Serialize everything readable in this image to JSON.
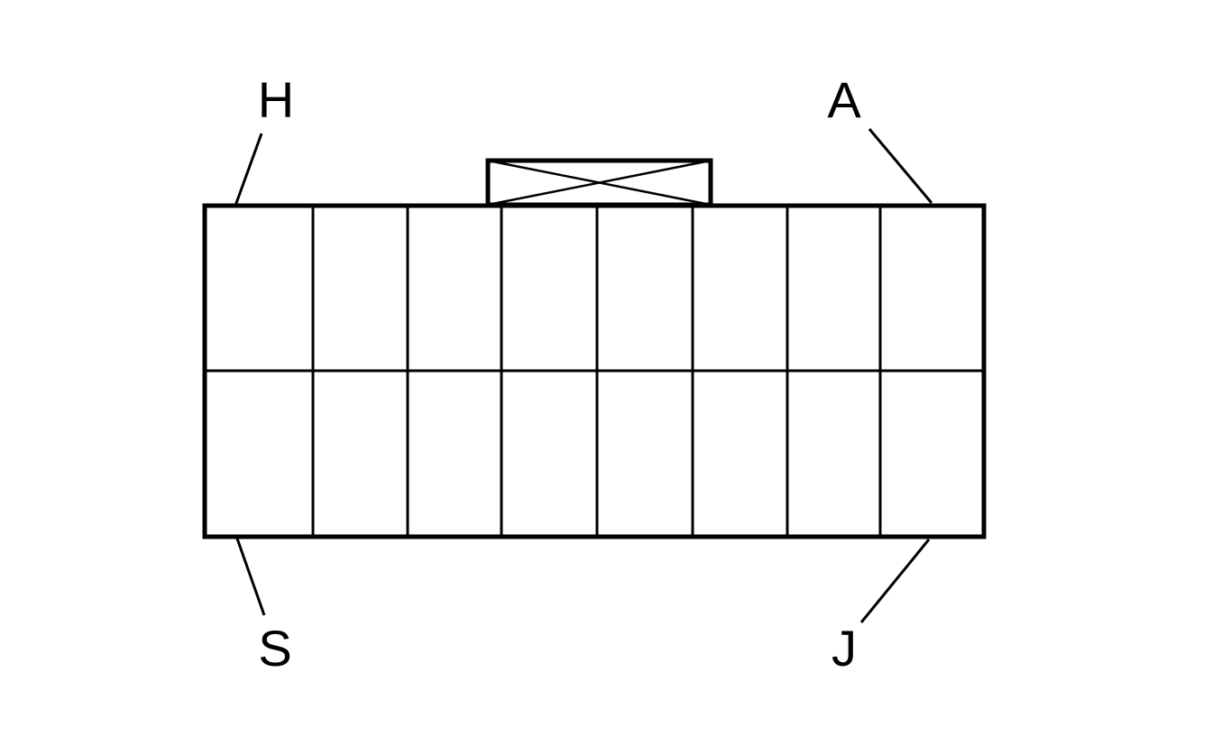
{
  "connector": {
    "rows": 2,
    "columns": 8,
    "line_color": "#000000",
    "background_color": "#ffffff"
  },
  "labels": {
    "top_left": "H",
    "top_right": "A",
    "bottom_left": "S",
    "bottom_right": "J"
  }
}
